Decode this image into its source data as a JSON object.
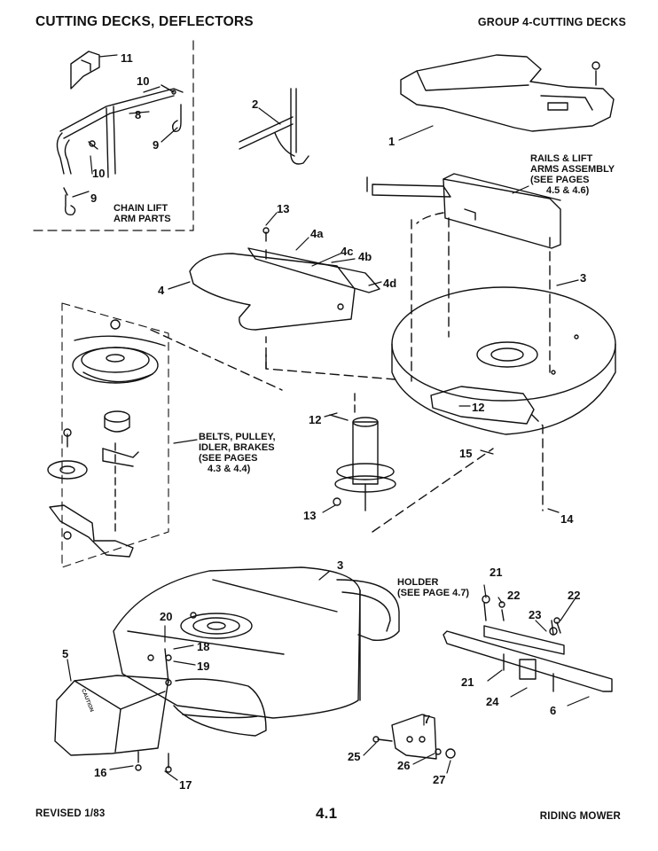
{
  "header": {
    "title": "CUTTING DECKS, DEFLECTORS",
    "group": "GROUP 4-CUTTING DECKS"
  },
  "footer": {
    "revised": "REVISED 1/83",
    "page_number": "4.1",
    "product": "RIDING MOWER"
  },
  "notes": {
    "chain_lift_1": "CHAIN LIFT",
    "chain_lift_2": "ARM PARTS",
    "rails_1": "RAILS & LIFT",
    "rails_2": "ARMS ASSEMBLY",
    "rails_3": "(SEE PAGES",
    "rails_4": "4.5 & 4.6)",
    "belts_1": "BELTS, PULLEY,",
    "belts_2": "IDLER, BRAKES",
    "belts_3": "(SEE PAGES",
    "belts_4": "4.3 & 4.4)",
    "holder_1": "HOLDER",
    "holder_2": "(SEE PAGE 4.7)",
    "caution": "CAUTION"
  },
  "callouts": [
    "1",
    "2",
    "3",
    "3",
    "4",
    "4a",
    "4b",
    "4c",
    "4d",
    "5",
    "6",
    "7",
    "8",
    "9",
    "9",
    "10",
    "10",
    "11",
    "12",
    "12",
    "13",
    "13",
    "14",
    "15",
    "16",
    "17",
    "18",
    "19",
    "20",
    "21",
    "21",
    "22",
    "22",
    "23",
    "24",
    "25",
    "26",
    "27"
  ]
}
